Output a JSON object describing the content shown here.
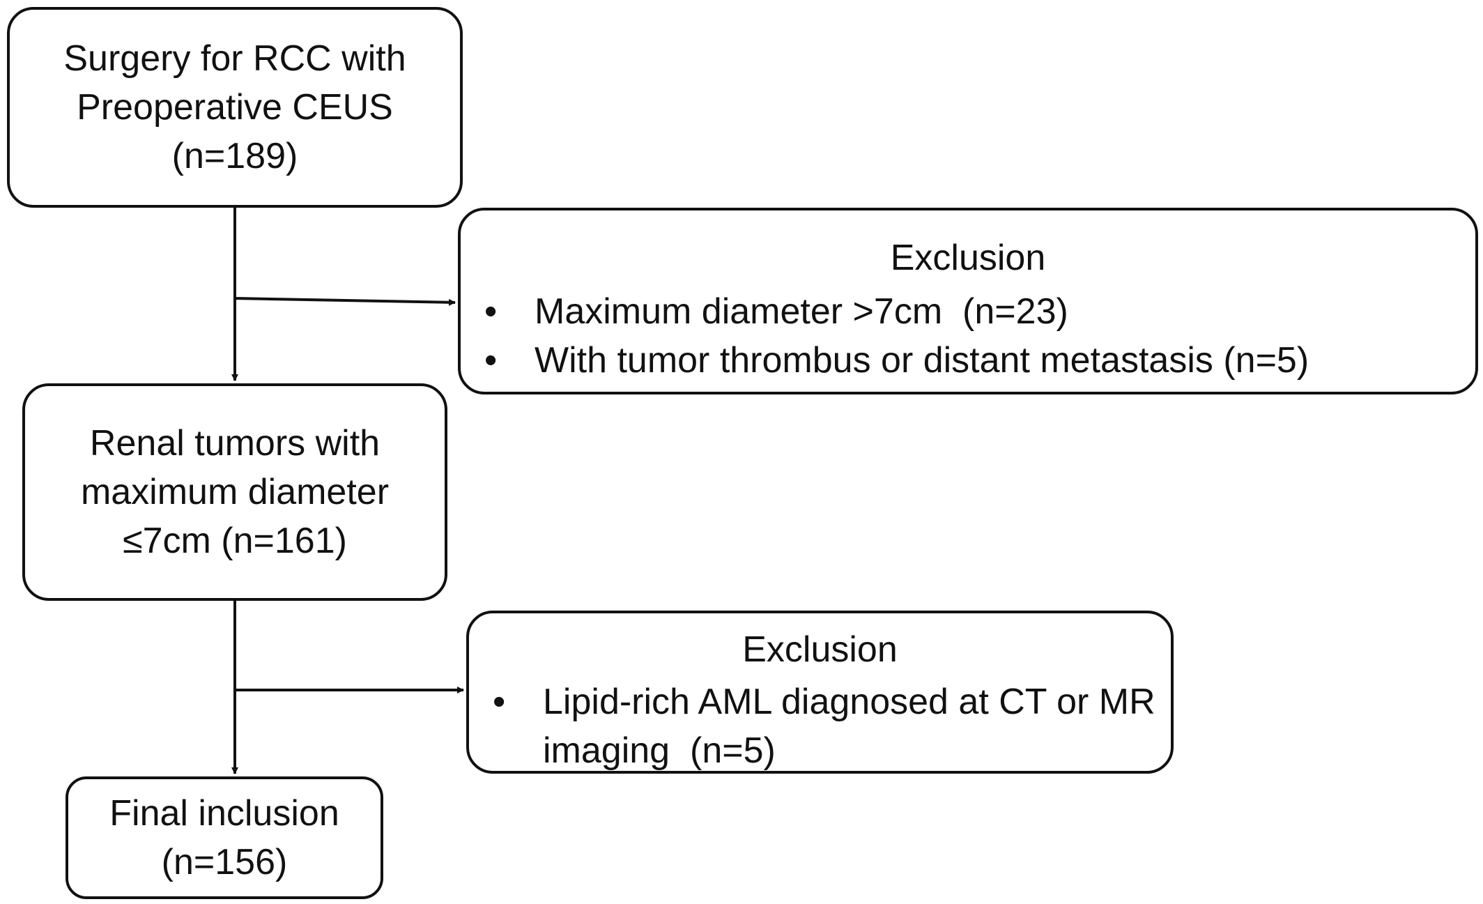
{
  "boxes": {
    "surgery": {
      "lines": [
        "Surgery for RCC with",
        "Preoperative CEUS",
        "(n=189)"
      ]
    },
    "renal": {
      "lines": [
        "Renal tumors with",
        "maximum diameter",
        "≤7cm (n=161)"
      ]
    },
    "final": {
      "lines": [
        "Final inclusion",
        "(n=156)"
      ]
    }
  },
  "exclusions": [
    {
      "title": "Exclusion",
      "items": [
        "Maximum diameter >7cm  (n=23)",
        "With tumor thrombus or distant metastasis (n=5)"
      ]
    },
    {
      "title": "Exclusion",
      "items": [
        "Lipid-rich AML diagnosed at CT or MR imaging  (n=5)"
      ]
    }
  ],
  "bullet_symbol": "•",
  "colors": {
    "stroke": "#111111",
    "background": "#ffffff"
  }
}
